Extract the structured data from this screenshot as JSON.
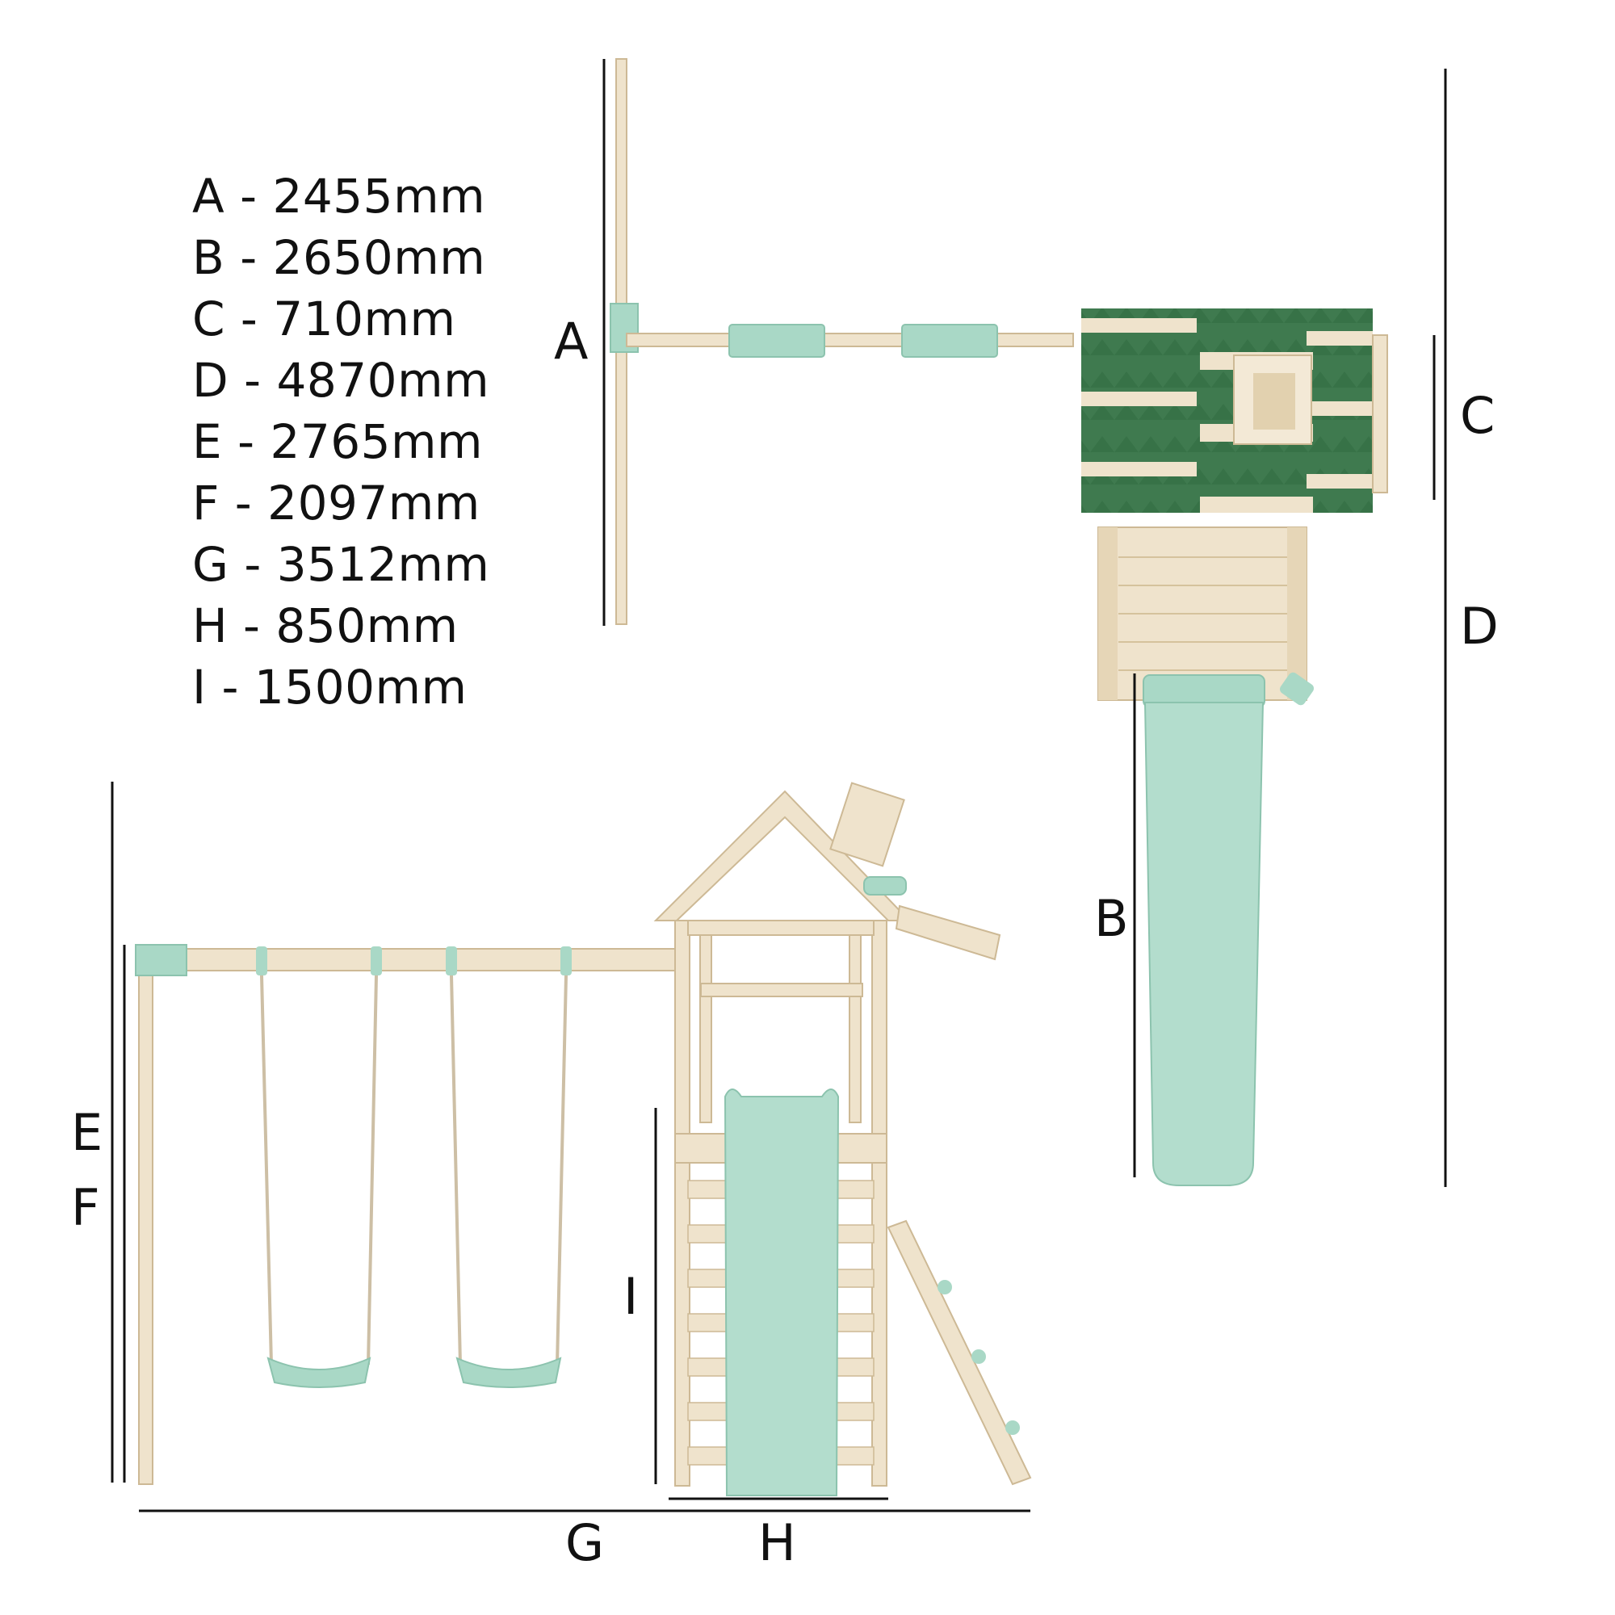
{
  "legend": [
    {
      "letter": "A",
      "text": "A - 2455mm"
    },
    {
      "letter": "B",
      "text": "B - 2650mm"
    },
    {
      "letter": "C",
      "text": "C - 710mm"
    },
    {
      "letter": "D",
      "text": "D - 4870mm"
    },
    {
      "letter": "E",
      "text": "E - 2765mm"
    },
    {
      "letter": "F",
      "text": "F - 2097mm"
    },
    {
      "letter": "G",
      "text": "G - 3512mm"
    },
    {
      "letter": "H",
      "text": "H - 850mm"
    },
    {
      "letter": "I",
      "text": "I - 1500mm"
    }
  ],
  "dimension_labels": {
    "A": "A",
    "B": "B",
    "C": "C",
    "D": "D",
    "E": "E",
    "F": "F",
    "G": "G",
    "H": "H",
    "I": "I"
  },
  "colors": {
    "wood": "#efe3cc",
    "wood_dark": "#d9c6a2",
    "mint": "#a9d8c6",
    "mint_dark": "#8cc3ae",
    "roof_green": "#3f7a4f",
    "line": "#111111"
  }
}
